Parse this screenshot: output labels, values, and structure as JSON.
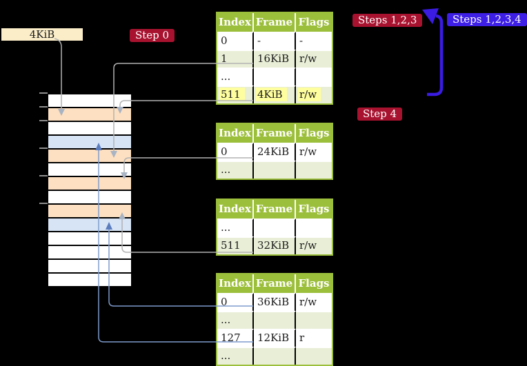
{
  "label_box": {
    "text": "4KiB"
  },
  "badges": {
    "step0": {
      "label": "Step 0",
      "color": "#a8122f"
    },
    "steps123": {
      "label": "Steps 1,2,3",
      "color": "#a8122f"
    },
    "steps1234": {
      "label": "Steps 1,2,3,4",
      "color": "#3e1fe6"
    },
    "step4": {
      "label": "Step 4",
      "color": "#a8122f"
    }
  },
  "memory_strip": {
    "row_colors": [
      "white",
      "orange",
      "white",
      "blue",
      "orange",
      "white",
      "orange",
      "white",
      "orange",
      "blue",
      "white",
      "white",
      "white",
      "white"
    ],
    "color_map": {
      "white": "#ffffff",
      "orange": "#fde0c1",
      "blue": "#d7e4f6"
    }
  },
  "page_tables": [
    {
      "name": "page-table-1",
      "headers": [
        "Index",
        "Frame",
        "Flags"
      ],
      "rows": [
        {
          "cells": [
            "0",
            "-",
            "-"
          ],
          "shaded": false,
          "highlight": false
        },
        {
          "cells": [
            "1",
            "16KiB",
            "r/w"
          ],
          "shaded": true,
          "highlight": false
        },
        {
          "cells": [
            "...",
            "",
            ""
          ],
          "shaded": false,
          "highlight": false
        },
        {
          "cells": [
            "511",
            "4KiB",
            "r/w"
          ],
          "shaded": true,
          "highlight": true
        }
      ]
    },
    {
      "name": "page-table-2",
      "headers": [
        "Index",
        "Frame",
        "Flags"
      ],
      "rows": [
        {
          "cells": [
            "0",
            "24KiB",
            "r/w"
          ],
          "shaded": false,
          "highlight": false
        },
        {
          "cells": [
            "...",
            "",
            ""
          ],
          "shaded": true,
          "highlight": false
        }
      ]
    },
    {
      "name": "page-table-3",
      "headers": [
        "Index",
        "Frame",
        "Flags"
      ],
      "rows": [
        {
          "cells": [
            "...",
            "",
            ""
          ],
          "shaded": false,
          "highlight": false
        },
        {
          "cells": [
            "511",
            "32KiB",
            "r/w"
          ],
          "shaded": true,
          "highlight": false
        }
      ]
    },
    {
      "name": "page-table-4",
      "headers": [
        "Index",
        "Frame",
        "Flags"
      ],
      "rows": [
        {
          "cells": [
            "0",
            "36KiB",
            "r/w"
          ],
          "shaded": false,
          "highlight": false
        },
        {
          "cells": [
            "...",
            "",
            ""
          ],
          "shaded": true,
          "highlight": false
        },
        {
          "cells": [
            "127",
            "12KiB",
            "r"
          ],
          "shaded": false,
          "highlight": false
        },
        {
          "cells": [
            "...",
            "",
            ""
          ],
          "shaded": true,
          "highlight": false
        }
      ]
    }
  ],
  "connector_colors": {
    "gray_line": "#b2b2b2",
    "gray_arrow": "#a8b3c3",
    "blue_line": "#7e9cce",
    "blue_arrow": "#5b7cbd",
    "step_arc": "#3a1ce2"
  }
}
